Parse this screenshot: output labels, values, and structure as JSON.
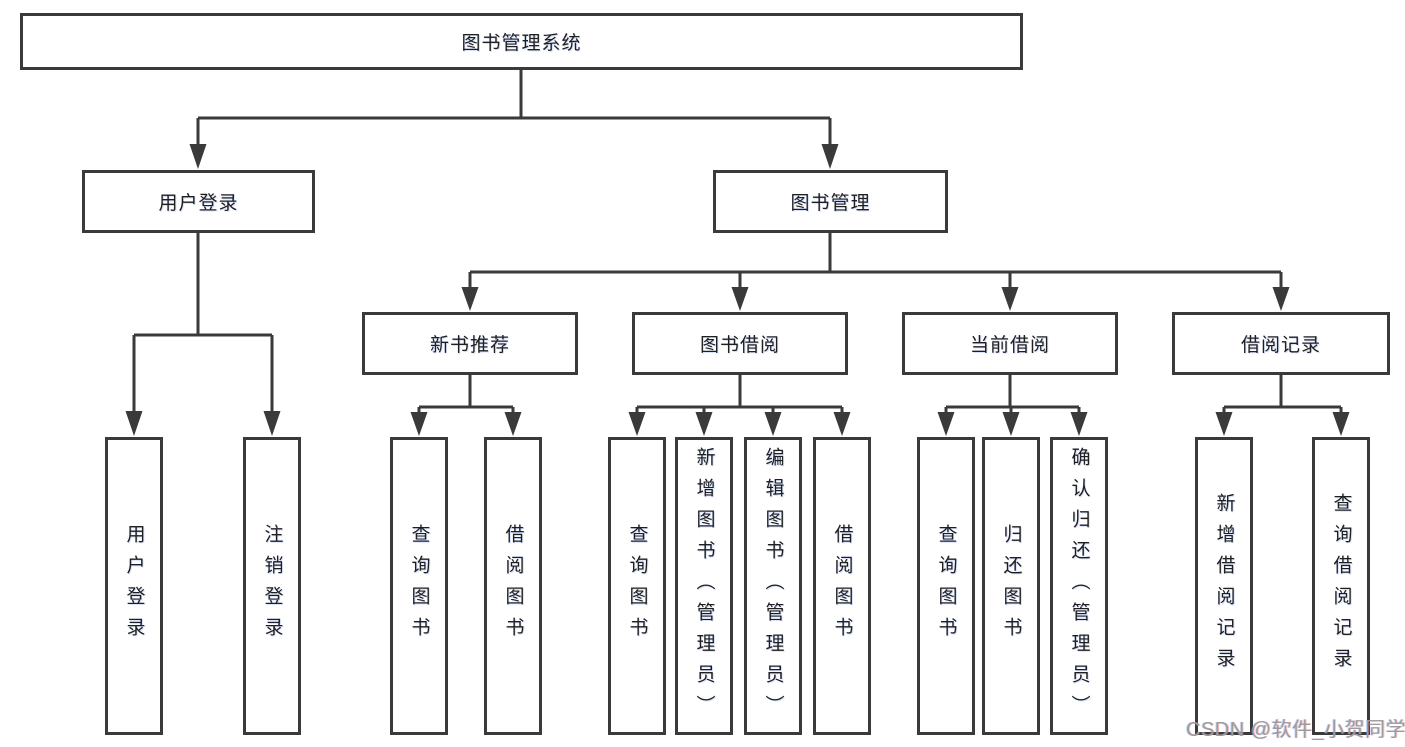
{
  "diagram": {
    "title": "图书管理系统",
    "level2": {
      "user_login": "用户登录",
      "book_mgmt": "图书管理"
    },
    "level3": {
      "new_books": "新书推荐",
      "book_borrow": "图书借阅",
      "current_borrow": "当前借阅",
      "borrow_records": "借阅记录"
    },
    "leaves": {
      "user_login_1": "用户登录",
      "user_login_2": "注销登录",
      "new_books_1": "查询图书",
      "new_books_2": "借阅图书",
      "book_borrow_1": "查询图书",
      "book_borrow_2": "新增图书（管理员）",
      "book_borrow_3": "编辑图书（管理员）",
      "book_borrow_4": "借阅图书",
      "current_borrow_1": "查询图书",
      "current_borrow_2": "归还图书",
      "current_borrow_3": "确认归还（管理员）",
      "borrow_records_1": "新增借阅记录",
      "borrow_records_2": "查询借阅记录"
    }
  },
  "watermark": {
    "text": "CSDN @软件_小贺同学"
  },
  "colors": {
    "line": "#3a3a3a",
    "text": "#1f1f1f",
    "background": "#ffffff",
    "watermark": "#9c9c9c"
  }
}
